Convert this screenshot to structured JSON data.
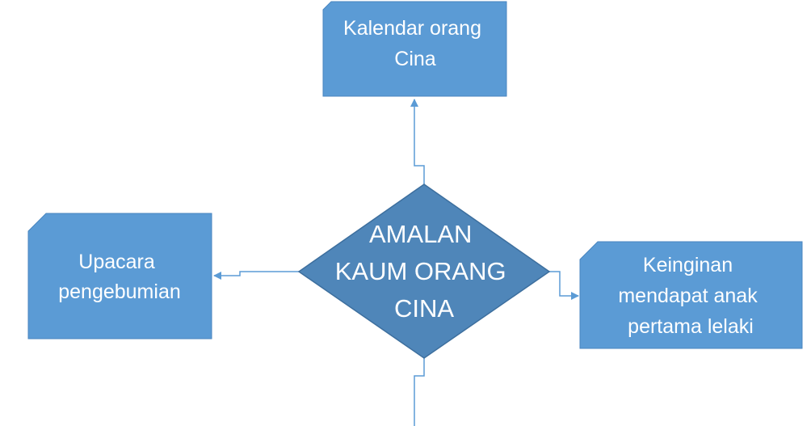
{
  "center": {
    "lines": [
      "AMALAN",
      "KAUM ORANG",
      "CINA"
    ]
  },
  "top_box": {
    "lines": [
      "Kalendar orang",
      "Cina"
    ]
  },
  "left_box": {
    "lines": [
      "Upacara",
      "pengebumian"
    ]
  },
  "right_box": {
    "lines": [
      "Keinginan",
      "mendapat anak",
      "pertama lelaki"
    ]
  },
  "colors": {
    "box_fill": "#5b9bd5",
    "box_stroke": "#4a86c0",
    "diamond_fill": "#4f86b9",
    "diamond_stroke": "#3d6f9e",
    "connector": "#5b9bd5",
    "text": "#ffffff"
  }
}
